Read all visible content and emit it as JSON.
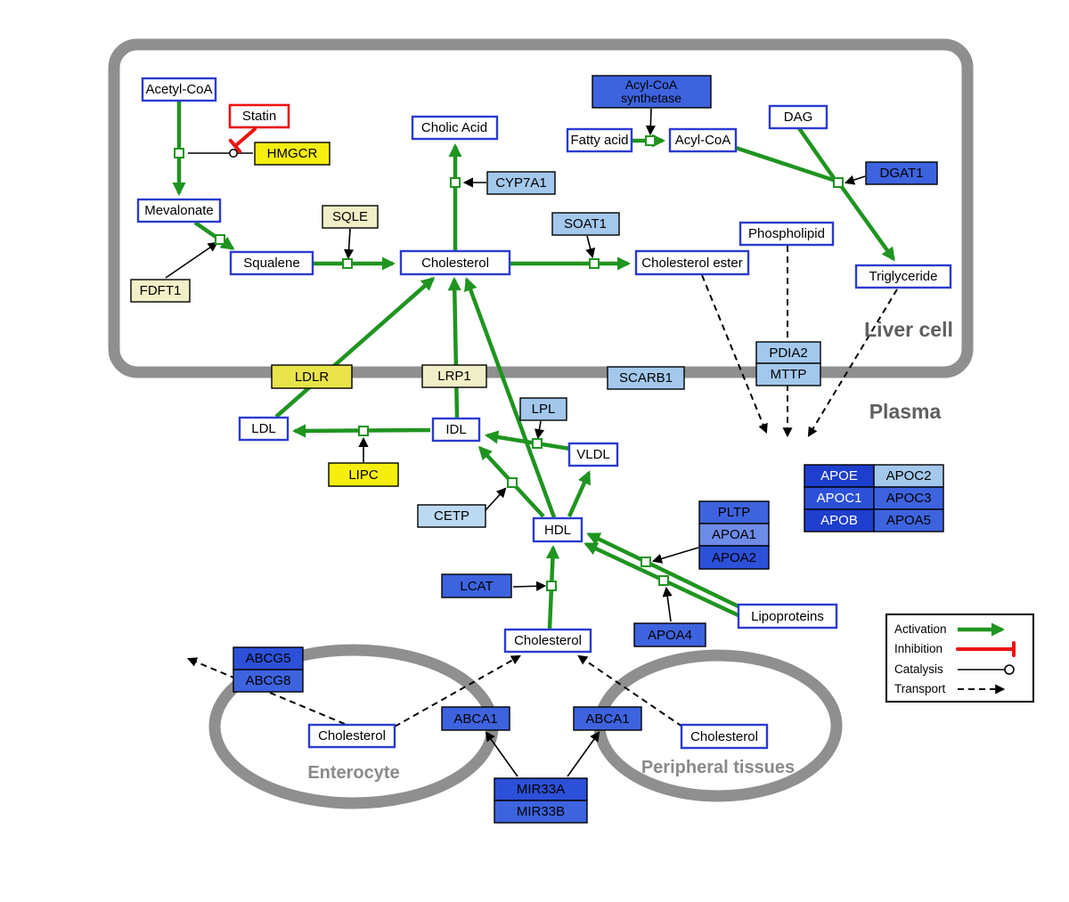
{
  "compartments": {
    "liver": "Liver cell",
    "plasma": "Plasma",
    "enterocyte": "Enterocyte",
    "peripheral": "Peripheral tissues"
  },
  "nodes": {
    "acetyl_coa": "Acetyl-CoA",
    "statin": "Statin",
    "hmgcr": "HMGCR",
    "mevalonate": "Mevalonate",
    "fdft1": "FDFT1",
    "squalene": "Squalene",
    "sqle": "SQLE",
    "cholic_acid": "Cholic Acid",
    "cyp7a1": "CYP7A1",
    "cholesterol_liver": "Cholesterol",
    "soat1": "SOAT1",
    "cholesterol_ester": "Cholesterol ester",
    "acyl_coa_synthetase": {
      "line1": "Acyl-CoA",
      "line2": "synthetase"
    },
    "fatty_acid": "Fatty acid",
    "acyl_coa": "Acyl-CoA",
    "dag": "DAG",
    "dgat1": "DGAT1",
    "phospholipid": "Phospholipid",
    "triglyceride": "Triglyceride",
    "pdia2": "PDIA2",
    "mttp": "MTTP",
    "ldlr": "LDLR",
    "lrp1": "LRP1",
    "scarb1": "SCARB1",
    "ldl": "LDL",
    "idl": "IDL",
    "lpl": "LPL",
    "vldl": "VLDL",
    "lipc": "LIPC",
    "cetp": "CETP",
    "hdl": "HDL",
    "lcat": "LCAT",
    "pltp": "PLTP",
    "apoa1": "APOA1",
    "apoa2": "APOA2",
    "apoa4": "APOA4",
    "lipoproteins": "Lipoproteins",
    "cholesterol_plasma": "Cholesterol",
    "apoe": "APOE",
    "apoc2": "APOC2",
    "apoc1": "APOC1",
    "apoc3": "APOC3",
    "apob": "APOB",
    "apoa5": "APOA5",
    "abcg5": "ABCG5",
    "abcg8": "ABCG8",
    "cholesterol_enterocyte": "Cholesterol",
    "abca1_enterocyte": "ABCA1",
    "abca1_peripheral": "ABCA1",
    "cholesterol_peripheral": "Cholesterol",
    "mir33a": "MIR33A",
    "mir33b": "MIR33B"
  },
  "legend": {
    "activation": "Activation",
    "inhibition": "Inhibition",
    "catalysis": "Catalysis",
    "transport": "Transport"
  },
  "colors": {
    "activation": "#1f9420",
    "inhibition": "#ee1111",
    "metabolite_border": "#2b3bd0",
    "gene_yellow": "#f6ee0e",
    "gene_pale_yellow": "#f1efc7",
    "gene_light_blue": "#a3c8ec",
    "gene_blue": "#3e63de",
    "gene_dark_blue": "#1e3ecd",
    "membrane": "#8f8f8f"
  }
}
